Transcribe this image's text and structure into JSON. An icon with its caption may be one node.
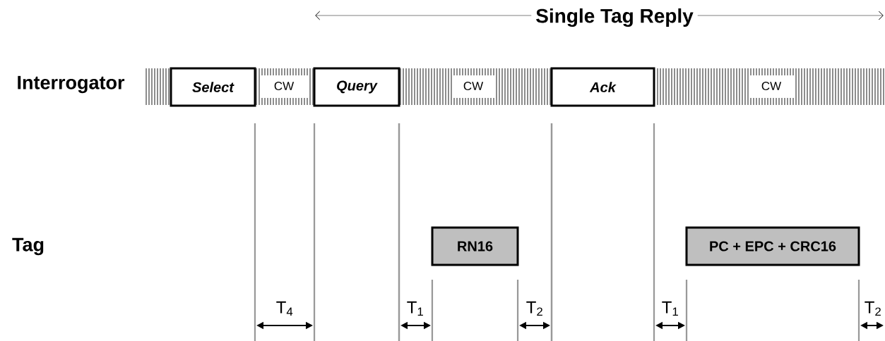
{
  "diagram": {
    "title": "Single Tag Reply",
    "nodes": [
      {
        "text": [
          "Select"
        ]
      },
      {
        "text": [
          "Query"
        ]
      },
      {
        "text": [
          "Ack"
        ]
      },
      {
        "text": [
          "RN16"
        ]
      },
      {
        "text": [
          "PC + EPC + CRC16"
        ]
      }
    ],
    "labels": [
      "Interrogator",
      "CW",
      "CW",
      "CW",
      "Tag",
      "T$_{4}$",
      "T$_{1}$",
      "T$_{2}$",
      "T$_{1}$",
      "T$_{2}$"
    ]
  }
}
